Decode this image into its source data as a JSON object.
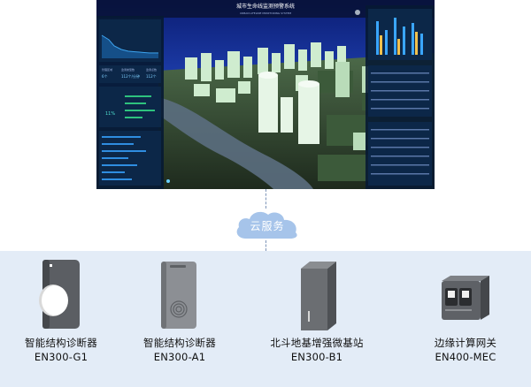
{
  "dashboard": {
    "title": "城市生命线监测预警系统",
    "subtitle": "URBAN LIFELINE MONITORING SYSTEM",
    "left_stats": [
      {
        "label": "管理区域",
        "value": "6个"
      },
      {
        "label": "监测类型数",
        "value": "112个/分钟"
      },
      {
        "label": "监测点数",
        "value": "112个"
      }
    ],
    "left_pct": "11%"
  },
  "cloud": {
    "label": "云服务"
  },
  "devices": [
    {
      "name": "智能结构诊断器",
      "model": "EN300-G1"
    },
    {
      "name": "智能结构诊断器",
      "model": "EN300-A1"
    },
    {
      "name": "北斗地基增强微基站",
      "model": "EN300-B1"
    },
    {
      "name": "边缘计算网关",
      "model": "EN400-MEC"
    }
  ],
  "colors": {
    "panel": "#e3ecf7",
    "cloud": "#a6c4ea",
    "dash_bg": "#0a1b33"
  }
}
